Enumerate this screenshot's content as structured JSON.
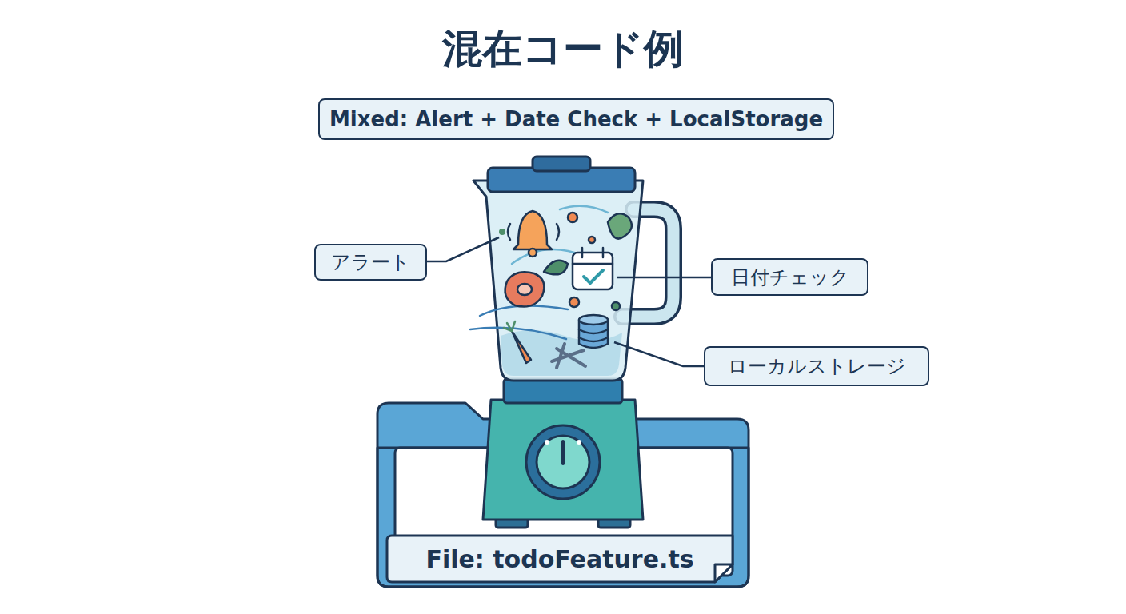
{
  "diagram": {
    "title": "混在コード例",
    "nodes": [
      {
        "text": [
          "Mixed: Alert + Date Check + LocalStorage"
        ]
      },
      {
        "text": [
          "アラート"
        ]
      },
      {
        "text": [
          "日付チェック"
        ]
      },
      {
        "text": [
          "ローカルストレージ"
        ]
      },
      {
        "text": [
          "File: todoFeature.ts"
        ]
      }
    ]
  }
}
